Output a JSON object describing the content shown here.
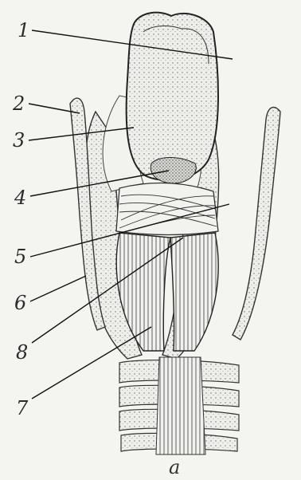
{
  "figure": {
    "caption": "a",
    "labels": [
      "1",
      "2",
      "3",
      "4",
      "5",
      "6",
      "8",
      "7"
    ]
  }
}
